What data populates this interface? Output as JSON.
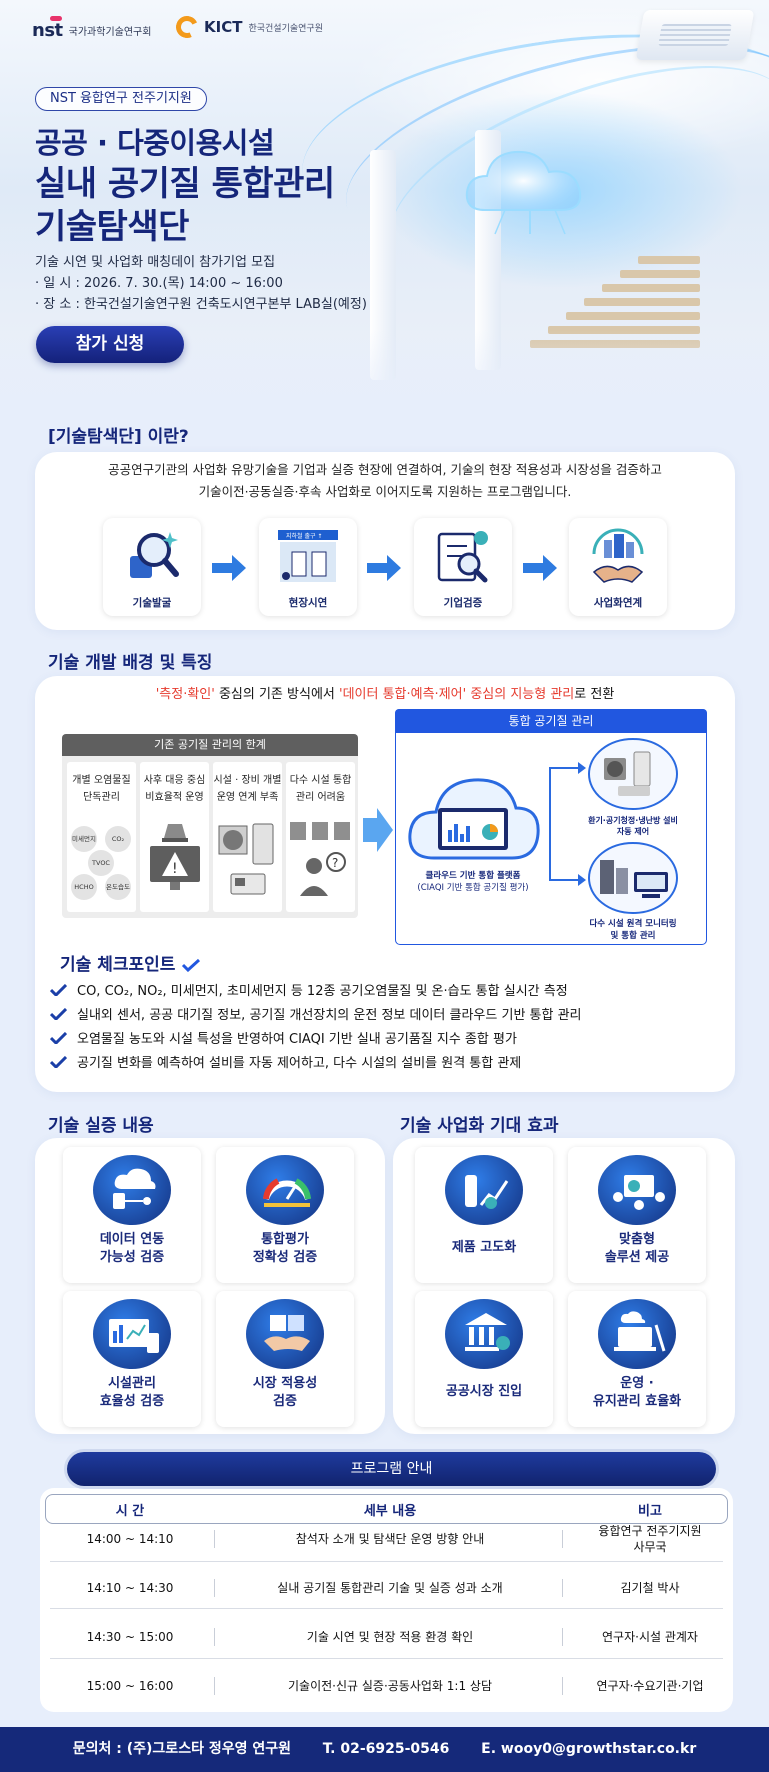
{
  "header": {
    "nst_logo": "nst",
    "nst_org": "국가과학기술연구회",
    "kict_logo": "KICT",
    "kict_org": "한국건설기술연구원"
  },
  "hero": {
    "tag": "NST 융합연구 전주기지원",
    "title_line1": "공공 · 다중이용시설",
    "title_line2": "실내 공기질 통합관리",
    "title_line3": "기술탐색단",
    "subtitle": "기술 시연 및 사업화 매칭데이 참가기업 모집",
    "date": "· 일 시 : 2026. 7. 30.(목) 14:00 ~ 16:00",
    "place": "· 장 소 : 한국건설기술연구원 건축도시연구본부 LAB실(예정)",
    "cta": "참가 신청"
  },
  "intro": {
    "title": "[기술탐색단] 이란?",
    "desc_line1": "공공연구기관의 사업화 유망기술을 기업과 실증 현장에 연결하여, 기술의 현장 적용성과 시장성을 검증하고",
    "desc_line2": "기술이전·공동실증·후속 사업화로 이어지도록 지원하는 프로그램입니다.",
    "steps": [
      "기술발굴",
      "현장시연",
      "기업검증",
      "사업화연계"
    ],
    "sign_text": "지하철 출구 ↑"
  },
  "background": {
    "title": "기술 개발 배경 및 특징",
    "lead_red1": "'측정·확인'",
    "lead_mid": " 중심의 기존 방식에서 ",
    "lead_red2": "'데이터 통합·예측·제어' 중심의 지능형 관리",
    "lead_end": "로 전환",
    "left_head": "기존 공기질 관리의 한계",
    "limits": [
      {
        "l1": "개별 오염물질",
        "l2": "단독관리"
      },
      {
        "l1": "사후 대응 중심",
        "l2": "비효율적 운영"
      },
      {
        "l1": "시설 · 장비 개별",
        "l2": "운영 연계 부족"
      },
      {
        "l1": "다수 시설 통합",
        "l2": "관리 어려움"
      }
    ],
    "bubbles": [
      "미세먼지",
      "CO₂",
      "TVOC",
      "HCHO",
      "온도습도"
    ],
    "right_head": "통합 공기질 관리",
    "platform_l1": "클라우드 기반 통합 플랫폼",
    "platform_l2": "(CIAQI 기반 통합 공기질 평가)",
    "ctrl_l1": "환기·공기청정·냉난방 설비",
    "ctrl_l2": "자동 제어",
    "mon_l1": "다수 시설 원격 모니터링",
    "mon_l2": "및 통합 관리"
  },
  "checkpoints": {
    "title": "기술 체크포인트",
    "items": [
      "CO, CO₂, NO₂, 미세먼지, 초미세먼지 등 12종 공기오염물질 및 온·습도 통합 실시간 측정",
      "실내외 센서, 공공 대기질 정보, 공기질 개선장치의 운전 정보 데이터 클라우드 기반 통합 관리",
      "오염물질 농도와 시설 특성을 반영하여 CIAQI 기반 실내 공기품질 지수 종합 평가",
      "공기질 변화를 예측하여 설비를 자동 제어하고, 다수 시설의 설비를 원격 통합 관제"
    ]
  },
  "demo": {
    "title": "기술 실증 내용",
    "tiles": [
      {
        "l1": "데이터 연동",
        "l2": "가능성 검증"
      },
      {
        "l1": "통합평가",
        "l2": "정확성 검증"
      },
      {
        "l1": "시설관리",
        "l2": "효율성 검증"
      },
      {
        "l1": "시장 적용성",
        "l2": "검증"
      }
    ]
  },
  "effect": {
    "title": "기술 사업화 기대 효과",
    "tiles": [
      {
        "l1": "제품 고도화",
        "l2": ""
      },
      {
        "l1": "맞춤형",
        "l2": "솔루션 제공"
      },
      {
        "l1": "공공시장 진입",
        "l2": ""
      },
      {
        "l1": "운영 ·",
        "l2": "유지관리 효율화"
      }
    ]
  },
  "program": {
    "title": "프로그램 안내",
    "headers": [
      "시 간",
      "세부 내용",
      "비고"
    ],
    "rows": [
      {
        "time": "14:00 ~ 14:10",
        "content": "참석자 소개 및 탐색단 운영 방향 안내",
        "note1": "융합연구 전주기지원",
        "note2": "사무국"
      },
      {
        "time": "14:10 ~ 14:30",
        "content": "실내 공기질 통합관리 기술 및 실증 성과 소개",
        "note1": "김기철 박사",
        "note2": ""
      },
      {
        "time": "14:30 ~ 15:00",
        "content": "기술 시연 및 현장 적용 환경 확인",
        "note1": "연구자·시설 관계자",
        "note2": ""
      },
      {
        "time": "15:00 ~ 16:00",
        "content": "기술이전·신규 실증·공동사업화 1:1 상담",
        "note1": "연구자·수요기관·기업",
        "note2": ""
      }
    ]
  },
  "footer": {
    "contact": "문의처 : (주)그로스타 정우영 연구원",
    "tel": "T. 02-6925-0546",
    "email": "E. wooy0@growthstar.co.kr"
  },
  "colors": {
    "primary": "#15267a",
    "accent": "#2157e0",
    "highlight": "#e63b2e",
    "footer": "#15297a"
  }
}
